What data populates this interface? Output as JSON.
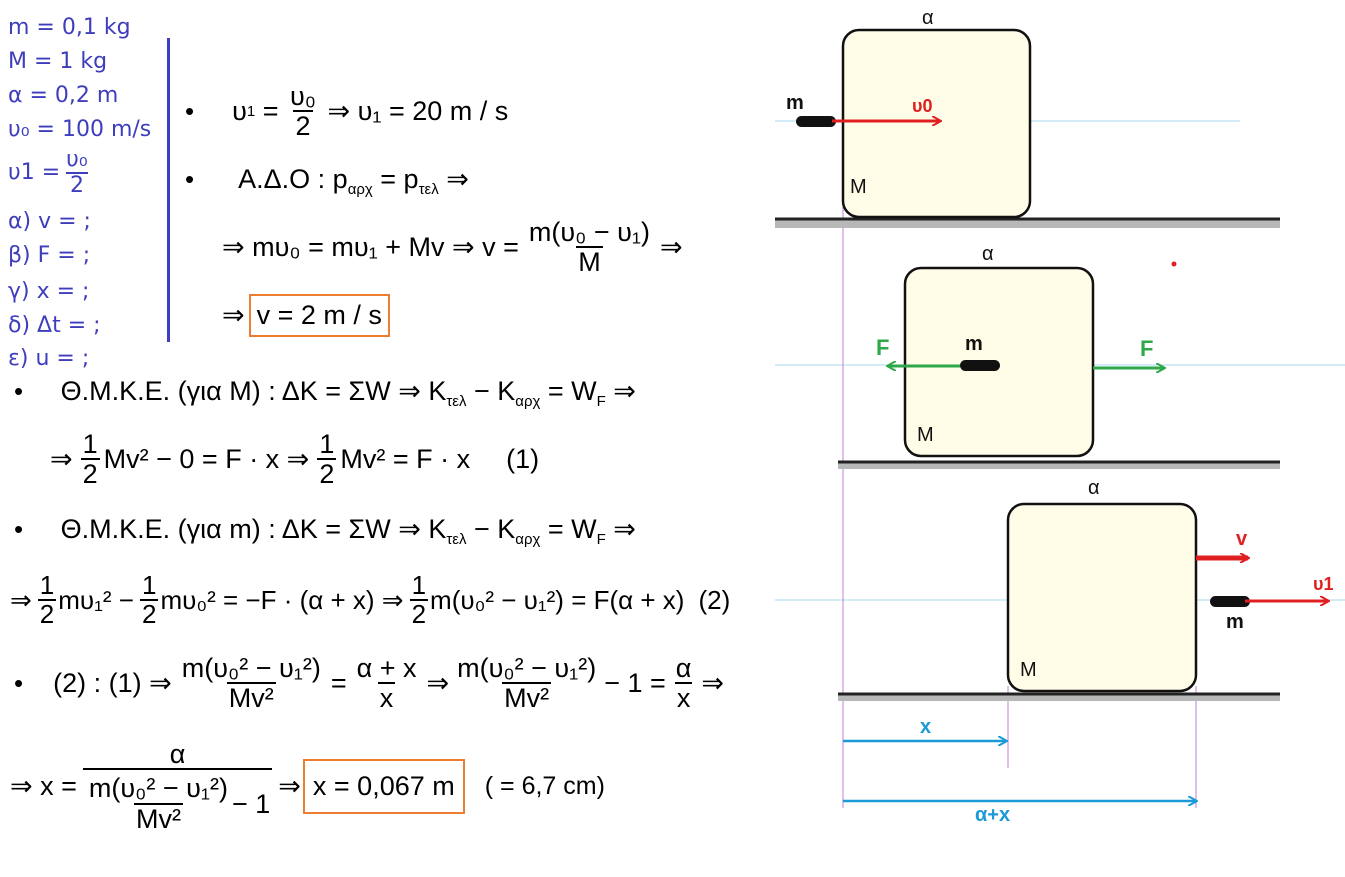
{
  "given": {
    "m": "m = 0,1 kg",
    "M": "M = 1 kg",
    "a": "α = 0,2 m",
    "u0": "υ₀ = 100 m/s",
    "u1_lhs": "υ1 =",
    "u1_num": "υ₀",
    "u1_den": "2",
    "qa": "α) v = ;",
    "qb": "β) F = ;",
    "qc": "γ) x = ;",
    "qd": "δ) Δt = ;",
    "qe": "ε) u = ;"
  },
  "solution": {
    "bullet": "•",
    "l1_a": "υ",
    "l1_sub": "1",
    "l1_b": " = ",
    "l1_num": "υ₀",
    "l1_den": "2",
    "l1_c": " ⇒ υ₁ = 20 m / s",
    "l2": "Α.Δ.Ο : p",
    "l2_sub1": "αρχ",
    "l2_b": " = p",
    "l2_sub2": "τελ",
    "l2_c": " ⇒",
    "l3_a": "⇒ mυ₀ = mυ₁ + Mv ⇒ v =",
    "l3_num": "m(υ₀ − υ₁)",
    "l3_den": "M",
    "l3_c": "⇒",
    "l4_a": "⇒",
    "l4_box": "v = 2 m / s",
    "l5": "Θ.Μ.Κ.Ε. (για Μ) : ΔΚ = ΣW ⇒ K",
    "l5_sub1": "τελ",
    "l5_b": " − K",
    "l5_sub2": "αρχ",
    "l5_c": " = W",
    "l5_sub3": "F",
    "l5_d": " ⇒",
    "l6_a": "⇒",
    "l6_f1n": "1",
    "l6_f1d": "2",
    "l6_b": "Mv² − 0 = F · x ⇒",
    "l6_f2n": "1",
    "l6_f2d": "2",
    "l6_c": "Mv² = F · x",
    "l6_tag": "(1)",
    "l7": "Θ.Μ.Κ.Ε. (για m) : ΔΚ = ΣW ⇒ K",
    "l7_sub1": "τελ",
    "l7_b": " − K",
    "l7_sub2": "αρχ",
    "l7_c": " = W",
    "l7_sub3": "F",
    "l7_d": " ⇒",
    "l8_a": "⇒",
    "l8_f1n": "1",
    "l8_f1d": "2",
    "l8_b": "mυ₁² −",
    "l8_f2n": "1",
    "l8_f2d": "2",
    "l8_c": "mυ₀² = −F · (α + x) ⇒",
    "l8_f3n": "1",
    "l8_f3d": "2",
    "l8_d": "m(υ₀² − υ₁²) = F(α + x)",
    "l8_tag": "(2)",
    "l9_a": "(2) : (1) ⇒",
    "l9_f1n": "m(υ₀² − υ₁²)",
    "l9_f1d": "Mv²",
    "l9_b": "=",
    "l9_f2n": "α + x",
    "l9_f2d": "x",
    "l9_c": "⇒",
    "l9_f3n": "m(υ₀² − υ₁²)",
    "l9_f3d": "Mv²",
    "l9_d": "− 1 =",
    "l9_f4n": "α",
    "l9_f4d": "x",
    "l9_e": "⇒",
    "l10_a": "⇒ x =",
    "l10_num": "α",
    "l10_den_n": "m(υ₀² − υ₁²)",
    "l10_den_d": "Mv²",
    "l10_den_tail": "− 1",
    "l10_b": "⇒",
    "l10_box": "x = 0,067 m",
    "l10_c": "( = 6,7 cm)"
  },
  "diagram": {
    "alpha": "α",
    "M": "M",
    "m": "m",
    "u0": "υ0",
    "u1": "υ1",
    "F": "F",
    "v": "v",
    "x": "x",
    "a_plus_x": "α+x",
    "colors": {
      "block_fill": "#fffde8",
      "red": "#e02020",
      "green": "#2fa84a",
      "blue": "#1a9ad6",
      "ground": "#222222",
      "orange": "#ed7d31",
      "given_text": "#3e3ebd"
    }
  }
}
